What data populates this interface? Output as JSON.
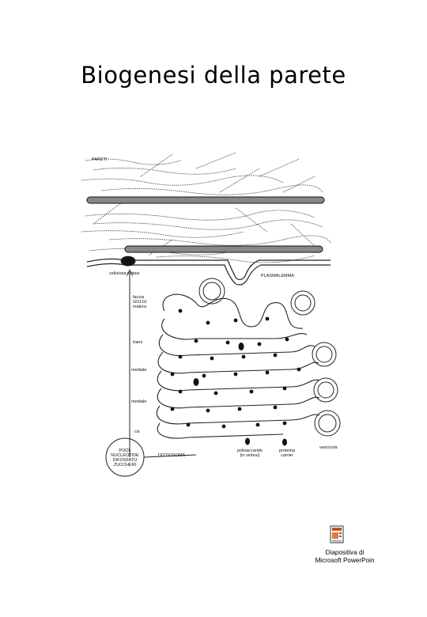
{
  "page": {
    "title": "Biogenesi della parete"
  },
  "figure": {
    "labels": {
      "pareti": "PARETI",
      "cellulosa_sintasi": "cellulosa sintasi",
      "plasmalemma": "PLASMALEMMA",
      "golgi_faces": [
        "faccia GOLGI matura",
        "trans",
        "mediale",
        "mediale",
        "cis"
      ],
      "pool": "POOL NUCLEOTIDE DIFOSFATO ZUCCHERI",
      "dittiosoma": "DITTIOSOMA",
      "polisaccaride": "polisaccaride (in sintesi)",
      "proteina": "proteina carrier",
      "vescicola": "vescicola"
    }
  },
  "embedded_object": {
    "icon": "powerpoint-slide-icon",
    "caption_line1": "Diapositiva di",
    "caption_line2": "Microsoft PowerPoin"
  }
}
